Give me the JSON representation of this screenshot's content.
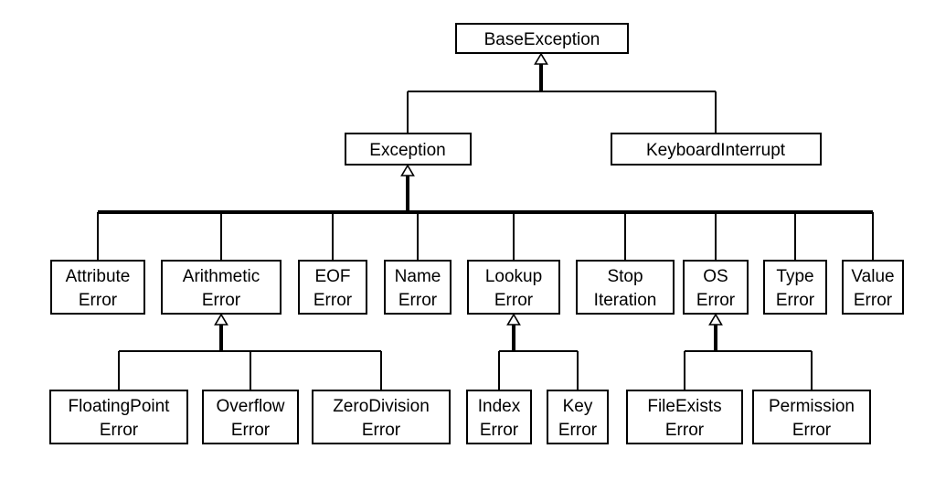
{
  "diagram": {
    "nodes": {
      "base": [
        "BaseException"
      ],
      "exception": [
        "Exception"
      ],
      "keyboard": [
        "KeyboardInterrupt"
      ],
      "attribute": [
        "Attribute",
        "Error"
      ],
      "arithmetic": [
        "Arithmetic",
        "Error"
      ],
      "eof": [
        "EOF",
        "Error"
      ],
      "name": [
        "Name",
        "Error"
      ],
      "lookup": [
        "Lookup",
        "Error"
      ],
      "stop": [
        "Stop",
        "Iteration"
      ],
      "os": [
        "OS",
        "Error"
      ],
      "type": [
        "Type",
        "Error"
      ],
      "value": [
        "Value",
        "Error"
      ],
      "floating": [
        "FloatingPoint",
        "Error"
      ],
      "overflow": [
        "Overflow",
        "Error"
      ],
      "zerodiv": [
        "ZeroDivision",
        "Error"
      ],
      "index": [
        "Index",
        "Error"
      ],
      "key": [
        "Key",
        "Error"
      ],
      "fileexists": [
        "FileExists",
        "Error"
      ],
      "permission": [
        "Permission",
        "Error"
      ]
    }
  }
}
